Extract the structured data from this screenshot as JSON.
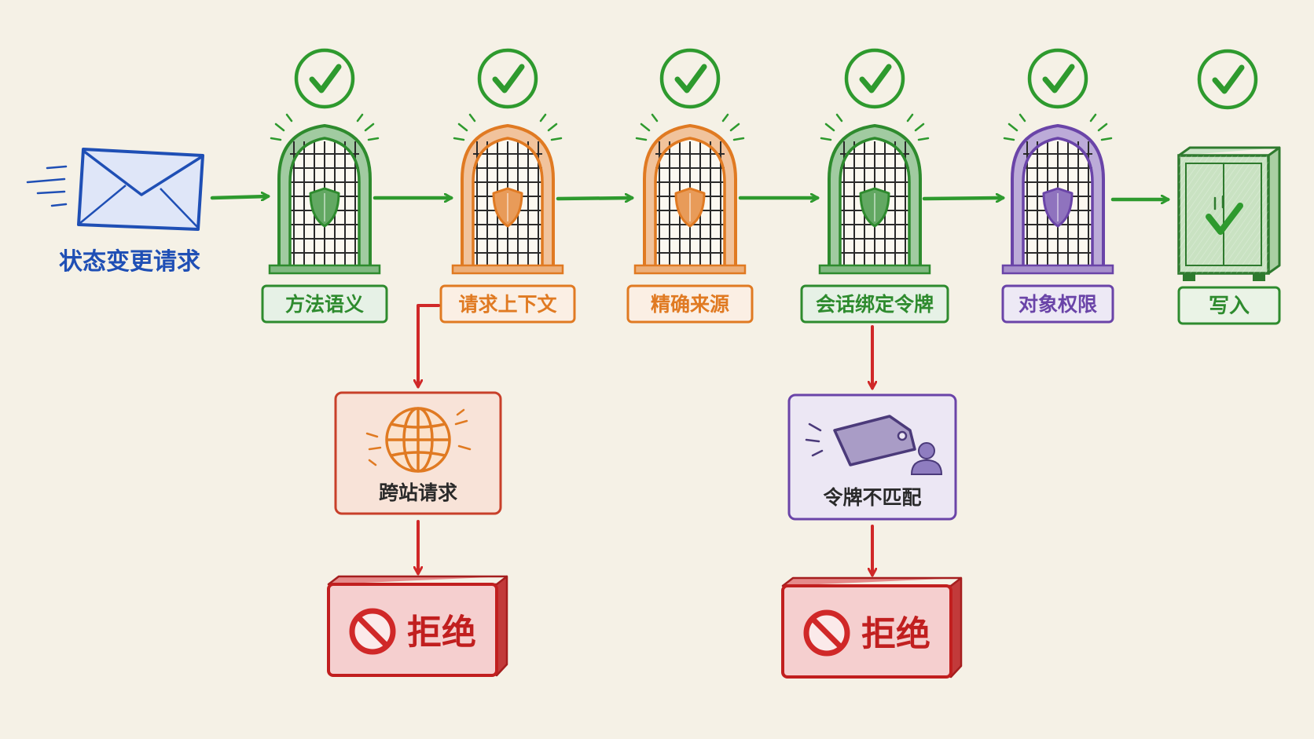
{
  "request": {
    "label": "状态变更请求",
    "color": "#1f4fb5"
  },
  "gates": [
    {
      "label": "方法语义",
      "color": "#2e8b2e"
    },
    {
      "label": "请求上下文",
      "color": "#e07a22"
    },
    {
      "label": "精确来源",
      "color": "#e07a22"
    },
    {
      "label": "会话绑定令牌",
      "color": "#2e8b2e"
    },
    {
      "label": "对象权限",
      "color": "#6a44a8"
    }
  ],
  "write": {
    "label": "写入",
    "color": "#2e8b2e"
  },
  "failures": [
    {
      "label": "跨站请求",
      "icon": "globe-icon",
      "color": "#c8402a",
      "reject_label": "拒绝"
    },
    {
      "label": "令牌不匹配",
      "icon": "tag-icon",
      "color": "#6a44a8",
      "reject_label": "拒绝"
    }
  ],
  "colors": {
    "pass": "#2e8b2e",
    "fail": "#d02828",
    "background": "#f5f1e6"
  }
}
